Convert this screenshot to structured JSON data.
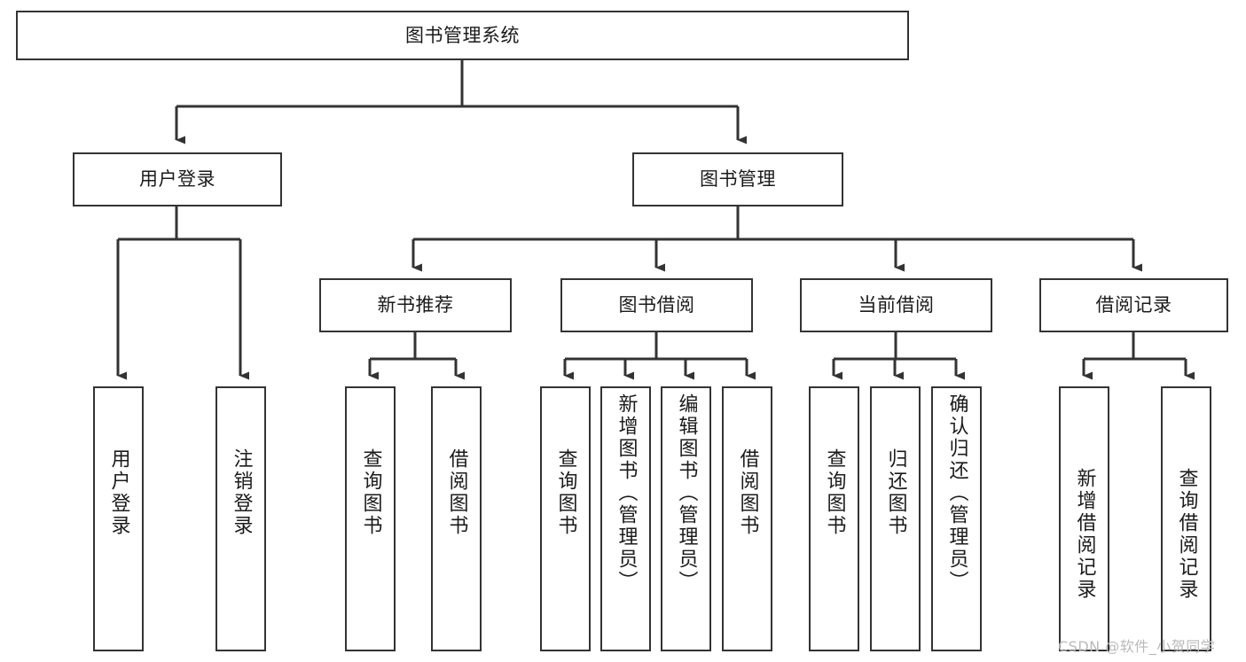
{
  "diagram": {
    "type": "tree",
    "title": "图书管理系统",
    "watermark": "CSDN @软件_小贺同学",
    "colors": {
      "box_border": "#333333",
      "box_fill": "#ffffff",
      "edge": "#333333",
      "text": "#1b1b1b",
      "watermark": "#b9b9b9",
      "background": "#ffffff"
    },
    "nodes": {
      "root": {
        "label": "图书管理系统",
        "level": 0,
        "orientation": "horizontal"
      },
      "user_login": {
        "label": "用户登录",
        "level": 1,
        "orientation": "horizontal"
      },
      "book_manage": {
        "label": "图书管理",
        "level": 1,
        "orientation": "horizontal"
      },
      "new_book_rec": {
        "label": "新书推荐",
        "level": 2,
        "orientation": "horizontal"
      },
      "book_borrow": {
        "label": "图书借阅",
        "level": 2,
        "orientation": "horizontal"
      },
      "current_borrow": {
        "label": "当前借阅",
        "level": 2,
        "orientation": "horizontal"
      },
      "borrow_record": {
        "label": "借阅记录",
        "level": 2,
        "orientation": "horizontal"
      },
      "leaf_user_login": {
        "label": "用户登录",
        "level": 2,
        "orientation": "vertical"
      },
      "leaf_logout": {
        "label": "注销登录",
        "level": 2,
        "orientation": "vertical"
      },
      "leaf_query_book_1": {
        "label": "查询图书",
        "level": 3,
        "orientation": "vertical"
      },
      "leaf_borrow_book_1": {
        "label": "借阅图书",
        "level": 3,
        "orientation": "vertical"
      },
      "leaf_query_book_2": {
        "label": "查询图书",
        "level": 3,
        "orientation": "vertical"
      },
      "leaf_add_book": {
        "label": "新增图书（管理员）",
        "level": 3,
        "orientation": "vertical"
      },
      "leaf_edit_book": {
        "label": "编辑图书（管理员）",
        "level": 3,
        "orientation": "vertical"
      },
      "leaf_borrow_book_2": {
        "label": "借阅图书",
        "level": 3,
        "orientation": "vertical"
      },
      "leaf_query_book_3": {
        "label": "查询图书",
        "level": 3,
        "orientation": "vertical"
      },
      "leaf_return_book": {
        "label": "归还图书",
        "level": 3,
        "orientation": "vertical"
      },
      "leaf_confirm_return": {
        "label": "确认归还（管理员）",
        "level": 3,
        "orientation": "vertical"
      },
      "leaf_add_record": {
        "label": "新增借阅记录",
        "level": 3,
        "orientation": "vertical"
      },
      "leaf_query_record": {
        "label": "查询借阅记录",
        "level": 3,
        "orientation": "vertical"
      }
    },
    "edges": [
      {
        "from": "root",
        "to": "user_login"
      },
      {
        "from": "root",
        "to": "book_manage"
      },
      {
        "from": "user_login",
        "to": "leaf_user_login"
      },
      {
        "from": "user_login",
        "to": "leaf_logout"
      },
      {
        "from": "book_manage",
        "to": "new_book_rec"
      },
      {
        "from": "book_manage",
        "to": "book_borrow"
      },
      {
        "from": "book_manage",
        "to": "current_borrow"
      },
      {
        "from": "book_manage",
        "to": "borrow_record"
      },
      {
        "from": "new_book_rec",
        "to": "leaf_query_book_1"
      },
      {
        "from": "new_book_rec",
        "to": "leaf_borrow_book_1"
      },
      {
        "from": "book_borrow",
        "to": "leaf_query_book_2"
      },
      {
        "from": "book_borrow",
        "to": "leaf_add_book"
      },
      {
        "from": "book_borrow",
        "to": "leaf_edit_book"
      },
      {
        "from": "book_borrow",
        "to": "leaf_borrow_book_2"
      },
      {
        "from": "current_borrow",
        "to": "leaf_query_book_3"
      },
      {
        "from": "current_borrow",
        "to": "leaf_return_book"
      },
      {
        "from": "current_borrow",
        "to": "leaf_confirm_return"
      },
      {
        "from": "borrow_record",
        "to": "leaf_add_record"
      },
      {
        "from": "borrow_record",
        "to": "leaf_query_record"
      }
    ]
  }
}
